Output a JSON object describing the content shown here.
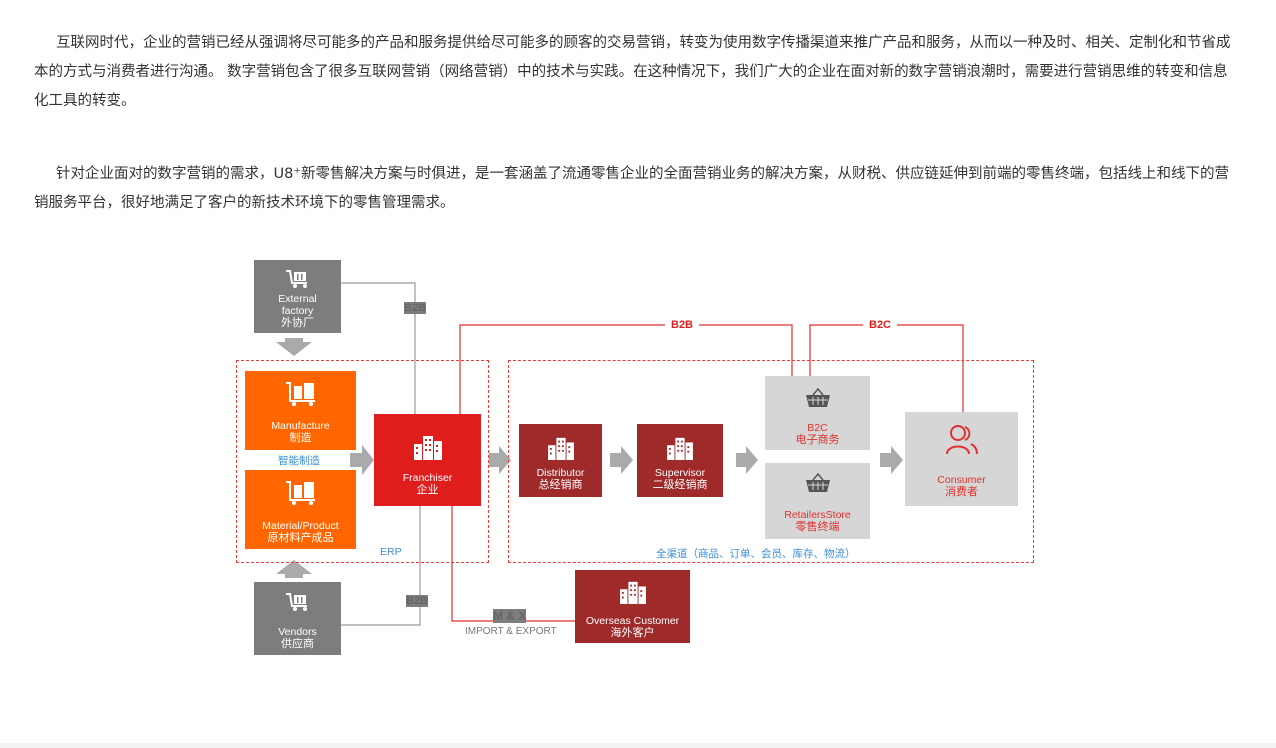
{
  "article": {
    "paragraph1": "互联网时代，企业的营销已经从强调将尽可能多的产品和服务提供给尽可能多的顾客的交易营销，转变为使用数字传播渠道来推广产品和服务，从而以一种及时、相关、定制化和节省成本的方式与消费者进行沟通。 数字营销包含了很多互联网营销（网络营销）中的技术与实践。在这种情况下，我们广大的企业在面对新的数字营销浪潮时，需要进行营销思维的转变和信息化工具的转变。",
    "paragraph2": "针对企业面对的数字营销的需求，U8⁺新零售解决方案与时俱进，是一套涵盖了流通零售企业的全面营销业务的解决方案，从财税、供应链延伸到前端的零售终端，包括线上和线下的营销服务平台，很好地满足了客户的新技术环境下的零售管理需求。"
  },
  "diagram": {
    "external_factory": {
      "title": "External\nfactory",
      "cn": "外协厂",
      "icon": "cart-icon"
    },
    "manufacture": {
      "title": "Manufacture",
      "cn": "制造",
      "icon": "luggage-cart-icon"
    },
    "smart_manufacturing": "智能制造",
    "material": {
      "title": "Material/Product",
      "cn": "原材料产成品",
      "icon": "luggage-cart-icon"
    },
    "vendors": {
      "title": "Vendors",
      "cn": "供应商",
      "icon": "cart-icon"
    },
    "erp": "ERP",
    "franchiser": {
      "title": "Franchiser",
      "cn": "企业",
      "icon": "buildings-icon"
    },
    "distributor": {
      "title": "Distributor",
      "cn": "总经销商",
      "icon": "buildings-icon"
    },
    "supervisor": {
      "title": "Supervisor",
      "cn": "二级经销商",
      "icon": "buildings-icon"
    },
    "b2c_box": {
      "title": "B2C",
      "cn": "电子商务",
      "icon": "basket-icon"
    },
    "retailers": {
      "title": "RetailersStore",
      "cn": "零售终端",
      "icon": "basket-icon"
    },
    "consumer": {
      "title": "Consumer",
      "cn": "消费者",
      "icon": "people-icon"
    },
    "omni_channel": "全渠道（商品、订单、会员、库存、物流）",
    "overseas": {
      "title": "Overseas Customer",
      "cn": "海外客户",
      "icon": "buildings-icon"
    },
    "b2b_top": "B2B",
    "b2b_bottom": "B2B",
    "b2b_red": "B2B",
    "b2c_red": "B2C",
    "mx": "M & X",
    "import_export": "IMPORT & EXPORT",
    "colors": {
      "orange": "#ff6600",
      "red": "#e01d1d",
      "brown": "#9e2a2a",
      "gray": "#7d7d7d",
      "light": "#d6d6d6",
      "blue": "#3b8ed8"
    }
  }
}
